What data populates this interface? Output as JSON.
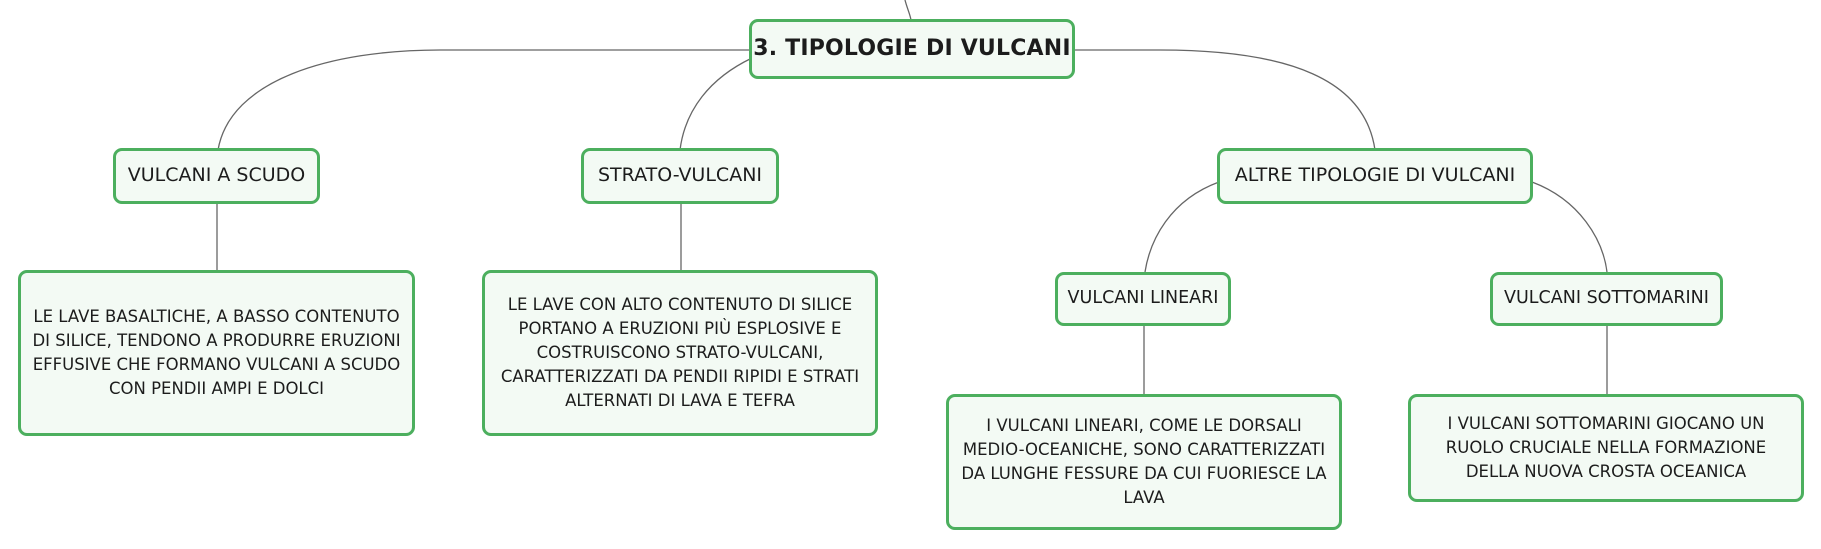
{
  "root": {
    "label": "3. TIPOLOGIE DI VULCANI"
  },
  "branches": {
    "scudo": {
      "label": "VULCANI A SCUDO",
      "description": "LE LAVE BASALTICHE, A BASSO CONTENUTO DI SILICE, TENDONO A PRODURRE ERUZIONI EFFUSIVE CHE FORMANO VULCANI A SCUDO CON PENDII AMPI E DOLCI"
    },
    "strato": {
      "label": "STRATO-VULCANI",
      "description": "LE LAVE CON ALTO CONTENUTO DI SILICE PORTANO A ERUZIONI PIÙ ESPLOSIVE E COSTRUISCONO STRATO-VULCANI, CARATTERIZZATI DA PENDII RIPIDI E STRATI ALTERNATI DI LAVA E TEFRA"
    },
    "altre": {
      "label": "ALTRE TIPOLOGIE DI VULCANI",
      "children": {
        "lineari": {
          "label": "VULCANI LINEARI",
          "description": "I VULCANI LINEARI, COME LE DORSALI MEDIO-OCEANICHE, SONO CARATTERIZZATI DA LUNGHE FESSURE DA CUI FUORIESCE LA LAVA"
        },
        "sottomarini": {
          "label": "VULCANI SOTTOMARINI",
          "description": "I VULCANI SOTTOMARINI GIOCANO UN RUOLO CRUCIALE NELLA FORMAZIONE DELLA NUOVA CROSTA OCEANICA"
        }
      }
    }
  },
  "colors": {
    "border": "#4caf5e",
    "fill": "#f3faf4",
    "connector": "#666666"
  }
}
